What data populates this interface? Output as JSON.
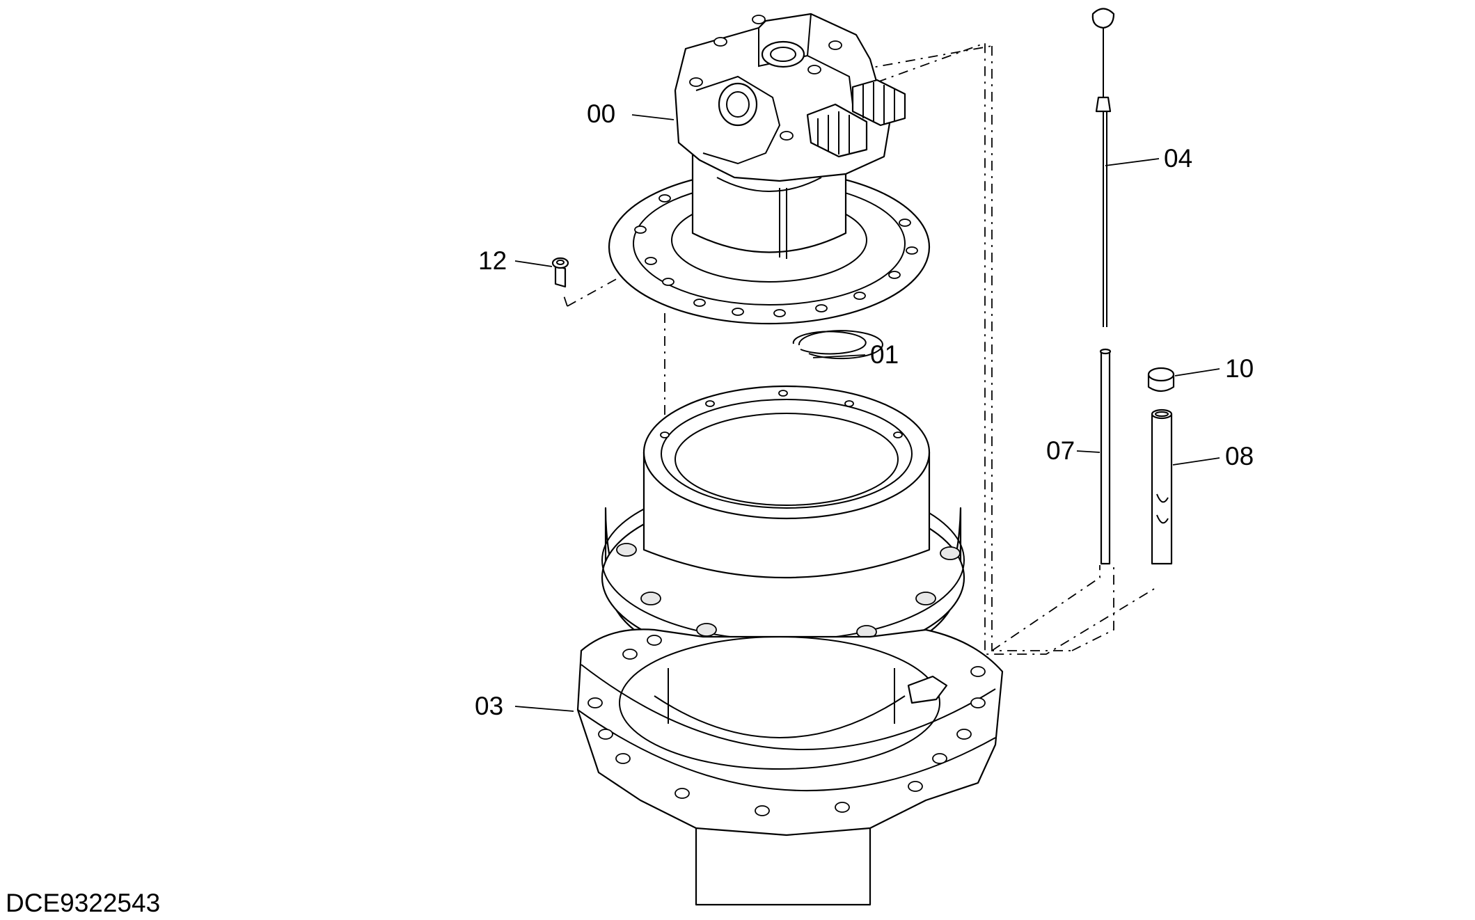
{
  "document_code": "DCE9322543",
  "parts": [
    {
      "id": "00",
      "label": "00"
    },
    {
      "id": "01",
      "label": "01"
    },
    {
      "id": "03",
      "label": "03"
    },
    {
      "id": "04",
      "label": "04"
    },
    {
      "id": "07",
      "label": "07"
    },
    {
      "id": "08",
      "label": "08"
    },
    {
      "id": "10",
      "label": "10"
    },
    {
      "id": "12",
      "label": "12"
    }
  ]
}
